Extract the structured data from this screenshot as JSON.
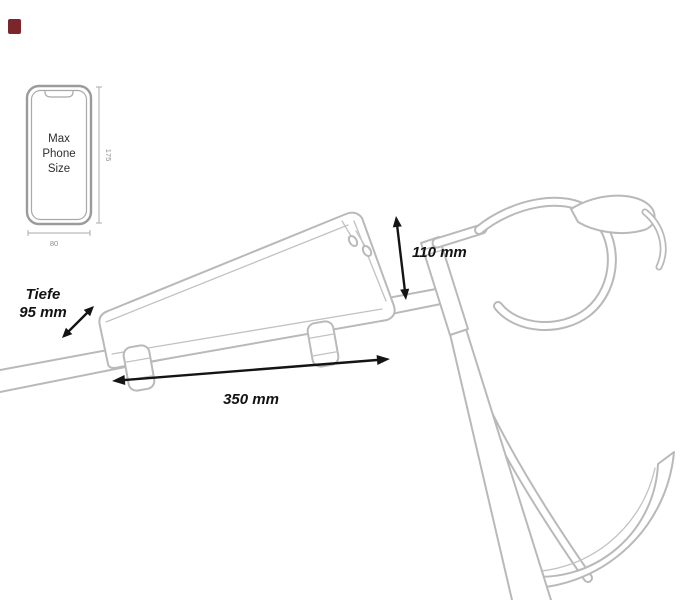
{
  "canvas": {
    "background": "#ffffff"
  },
  "brand_mark": {
    "color": "#7b262b"
  },
  "phone_guide": {
    "label_lines": [
      "Max",
      "Phone",
      "Size"
    ],
    "height_tick_label": "175",
    "width_tick_label": "80"
  },
  "dimensions": {
    "depth_line1": "Tiefe",
    "depth_line2": "95 mm",
    "bag_height": "110 mm",
    "bag_length": "350 mm"
  },
  "colors": {
    "line_art": "#b9b9b9",
    "dimension_ink": "#141414",
    "tick_label": "#8f8f8f"
  }
}
